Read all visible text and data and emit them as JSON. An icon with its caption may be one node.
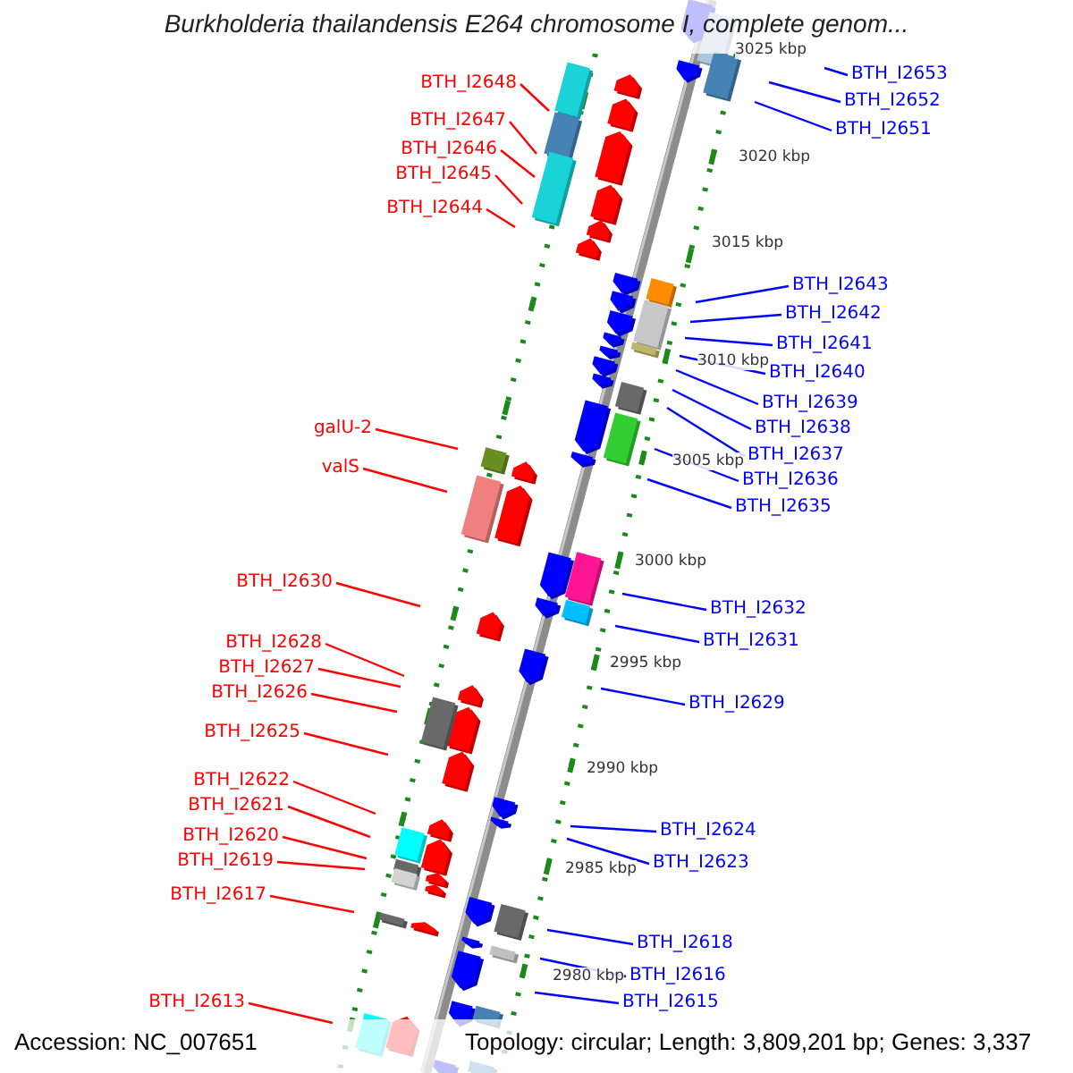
{
  "diagram": {
    "title": "Burkholderia thailandensis E264 chromosome I, complete genom...",
    "nodes": [
      {
        "text": [
          "BTH_I2648"
        ]
      },
      {
        "text": [
          "BTH_I2647"
        ]
      },
      {
        "text": [
          "BTH_I2646"
        ]
      },
      {
        "text": [
          "BTH_I2645"
        ]
      },
      {
        "text": [
          "BTH_I2644"
        ]
      },
      {
        "text": [
          "BTH_I2653"
        ]
      },
      {
        "text": [
          "BTH_I2652"
        ]
      },
      {
        "text": [
          "BTH_I2651"
        ]
      },
      {
        "text": [
          "BTH_I2643"
        ]
      },
      {
        "text": [
          "BTH_I2642"
        ]
      },
      {
        "text": [
          "BTH_I2641"
        ]
      },
      {
        "text": [
          "BTH_I2640"
        ]
      },
      {
        "text": [
          "BTH_I2639"
        ]
      },
      {
        "text": [
          "BTH_I2638"
        ]
      },
      {
        "text": [
          "BTH_I2637"
        ]
      },
      {
        "text": [
          "BTH_I2636"
        ]
      },
      {
        "text": [
          "BTH_I2635"
        ]
      },
      {
        "text": [
          "galU-2"
        ]
      },
      {
        "text": [
          "valS"
        ]
      },
      {
        "text": [
          "BTH_I2630"
        ]
      },
      {
        "text": [
          "BTH_I2632"
        ]
      },
      {
        "text": [
          "BTH_I2631"
        ]
      },
      {
        "text": [
          "BTH_I2628"
        ]
      },
      {
        "text": [
          "BTH_I2627"
        ]
      },
      {
        "text": [
          "BTH_I2626"
        ]
      },
      {
        "text": [
          "BTH_I2629"
        ]
      },
      {
        "text": [
          "BTH_I2625"
        ]
      },
      {
        "text": [
          "BTH_I2622"
        ]
      },
      {
        "text": [
          "BTH_I2621"
        ]
      },
      {
        "text": [
          "BTH_I2624"
        ]
      },
      {
        "text": [
          "BTH_I2620"
        ]
      },
      {
        "text": [
          "BTH_I2619"
        ]
      },
      {
        "text": [
          "BTH_I2623"
        ]
      },
      {
        "text": [
          "BTH_I2617"
        ]
      },
      {
        "text": [
          "BTH_I2618"
        ]
      },
      {
        "text": [
          "BTH_I2616"
        ]
      },
      {
        "text": [
          "BTH_I2615"
        ]
      },
      {
        "text": [
          "BTH_I2613"
        ]
      }
    ],
    "edges": [
      {
        "from": 0,
        "to": null,
        "arrow": "none",
        "color": "#ff0000"
      },
      {
        "from": 1,
        "to": null,
        "arrow": "none",
        "color": "#ff0000"
      },
      {
        "from": 2,
        "to": null,
        "arrow": "none",
        "color": "#ff0000"
      },
      {
        "from": 3,
        "to": null,
        "arrow": "none",
        "color": "#ff0000"
      },
      {
        "from": 4,
        "to": null,
        "arrow": "none",
        "color": "#ff0000"
      },
      {
        "from": 5,
        "to": null,
        "arrow": "none"
      },
      {
        "from": 6,
        "to": null,
        "arrow": "none"
      },
      {
        "from": 7,
        "to": null,
        "arrow": "none"
      },
      {
        "from": 8,
        "to": null,
        "arrow": "none"
      },
      {
        "from": 9,
        "to": null,
        "arrow": "none"
      },
      {
        "from": 10,
        "to": null,
        "arrow": "none"
      },
      {
        "from": 11,
        "to": null,
        "arrow": "none"
      },
      {
        "from": 12,
        "to": null,
        "arrow": "none"
      },
      {
        "from": 13,
        "to": null,
        "arrow": "none"
      },
      {
        "from": 14,
        "to": null,
        "arrow": "none"
      },
      {
        "from": 15,
        "to": null,
        "arrow": "none"
      },
      {
        "from": 16,
        "to": null,
        "arrow": "none"
      },
      {
        "from": 17,
        "to": null,
        "arrow": "none",
        "color": "#ff0000"
      },
      {
        "from": 18,
        "to": null,
        "arrow": "none",
        "color": "#ff0000"
      },
      {
        "from": 19,
        "to": null,
        "arrow": "none",
        "color": "#ff0000"
      },
      {
        "from": 20,
        "to": null,
        "arrow": "none"
      },
      {
        "from": 21,
        "to": null,
        "arrow": "none"
      },
      {
        "from": 22,
        "to": null,
        "arrow": "none",
        "color": "#ff0000"
      },
      {
        "from": 23,
        "to": null,
        "arrow": "none",
        "color": "#ff0000"
      },
      {
        "from": 24,
        "to": null,
        "arrow": "none",
        "color": "#ff0000"
      },
      {
        "from": 25,
        "to": null,
        "arrow": "none"
      },
      {
        "from": 26,
        "to": null,
        "arrow": "none",
        "color": "#ff0000"
      },
      {
        "from": 27,
        "to": null,
        "arrow": "none",
        "color": "#ff0000"
      },
      {
        "from": 28,
        "to": null,
        "arrow": "none",
        "color": "#ff0000"
      },
      {
        "from": 29,
        "to": null,
        "arrow": "none"
      },
      {
        "from": 30,
        "to": null,
        "arrow": "none",
        "color": "#ff0000"
      },
      {
        "from": 31,
        "to": null,
        "arrow": "none",
        "color": "#ff0000"
      },
      {
        "from": 32,
        "to": null,
        "arrow": "none"
      },
      {
        "from": 33,
        "to": null,
        "arrow": "none",
        "color": "#ff0000"
      },
      {
        "from": 34,
        "to": null,
        "arrow": "none"
      },
      {
        "from": 35,
        "to": null,
        "arrow": "none"
      },
      {
        "from": 36,
        "to": null,
        "arrow": "none"
      },
      {
        "from": 37,
        "to": null,
        "arrow": "none",
        "color": "#ff0000"
      }
    ],
    "labels": [
      "3025 kbp",
      "3020 kbp",
      "3015 kbp",
      "3010 kbp",
      "3005 kbp",
      "3000 kbp",
      "2995 kbp",
      "2990 kbp",
      "2985 kbp",
      "2980 kbp",
      "Accession: NC_007651",
      "Topology: circular; Length: 3,809,201 bp; Genes: 3,337"
    ]
  }
}
